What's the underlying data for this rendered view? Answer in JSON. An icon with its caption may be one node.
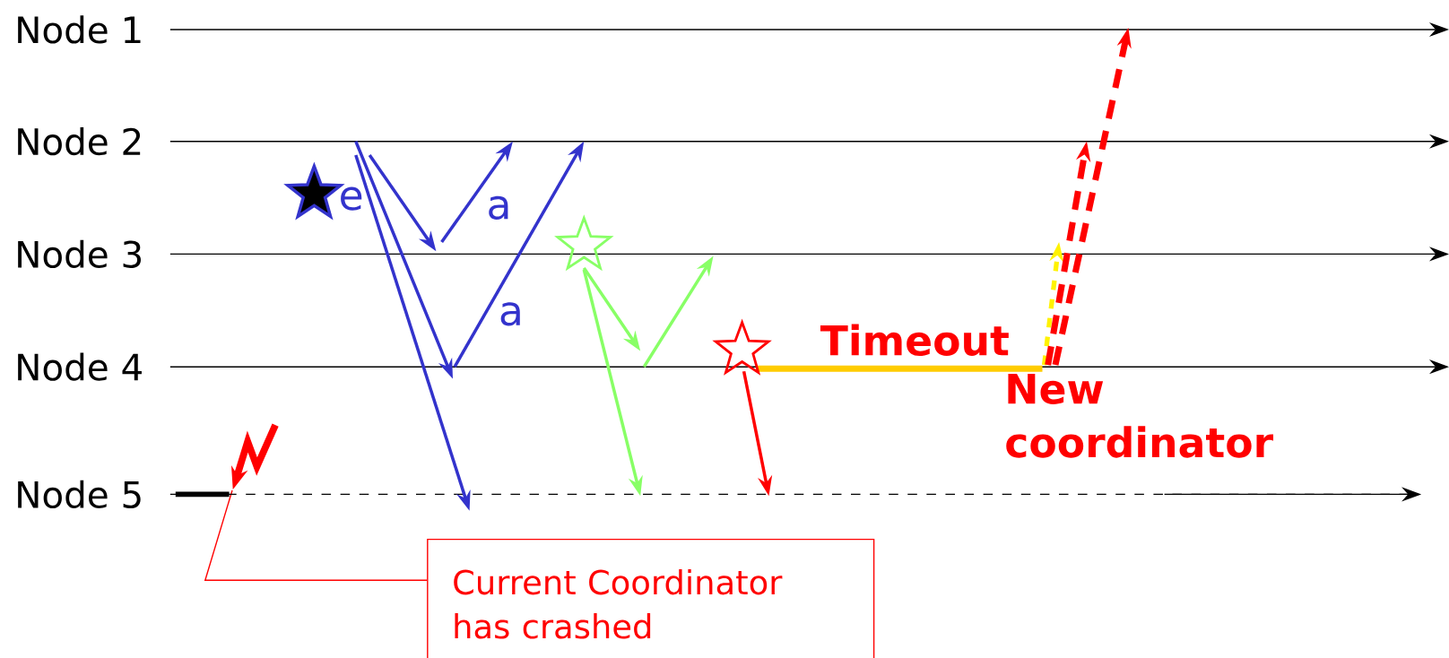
{
  "diagram": {
    "nodes": [
      {
        "text": [
          "Node 1"
        ]
      },
      {
        "text": [
          "Node 2"
        ]
      },
      {
        "text": [
          "Node 3"
        ]
      },
      {
        "text": [
          "Node 4"
        ]
      },
      {
        "text": [
          "Node 5"
        ]
      },
      {
        "text": [
          "Current Coordinator has crashed"
        ]
      },
      {
        "text": [],
        "shape": "picture"
      }
    ],
    "edges": [
      {
        "from": 5,
        "to": 6,
        "arrow": "none",
        "color": "#ff0000"
      }
    ],
    "labels": [
      "e",
      "a",
      "a",
      "Timeout",
      "New coordinator"
    ]
  }
}
